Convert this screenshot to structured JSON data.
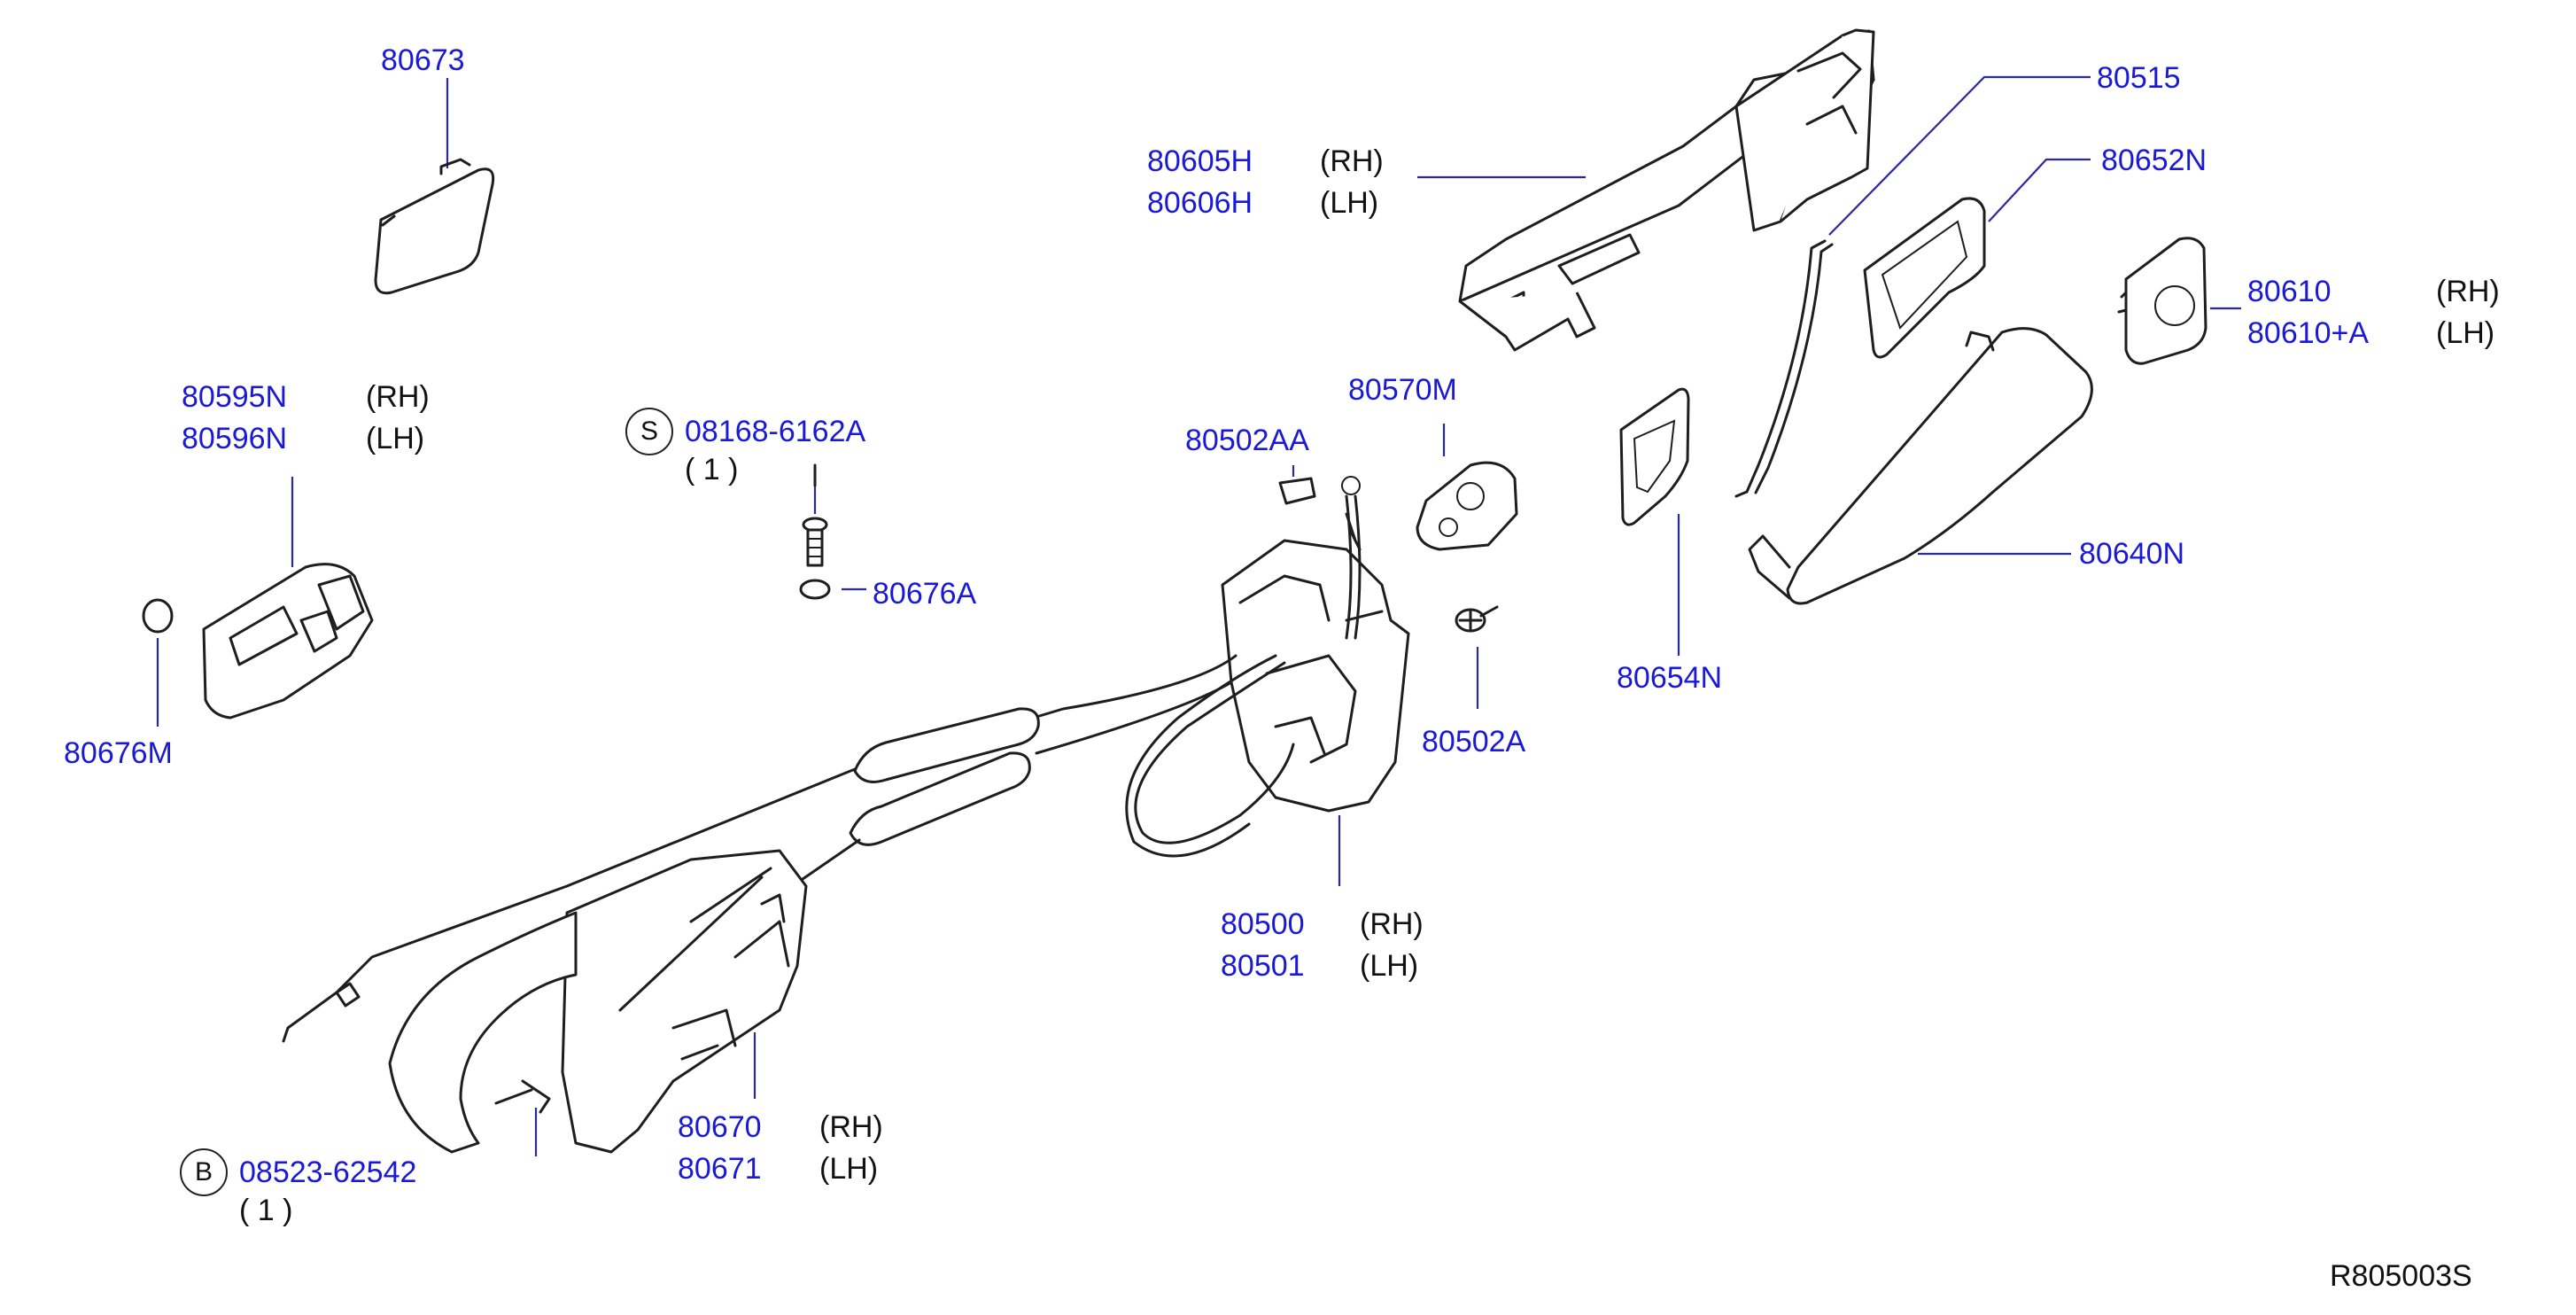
{
  "parts": {
    "p80673": "80673",
    "p80605h": "80605H",
    "p80606h": "80606H",
    "p80515": "80515",
    "p80652n": "80652N",
    "p80610": "80610",
    "p80610a": "80610+A",
    "p80595n": "80595N",
    "p80596n": "80596N",
    "p08168": "08168-6162A",
    "p80570m": "80570M",
    "p80502aa": "80502AA",
    "p80676a": "80676A",
    "p80640n": "80640N",
    "p80676m": "80676M",
    "p80654n": "80654N",
    "p80502a": "80502A",
    "p80500": "80500",
    "p80501": "80501",
    "p80670": "80670",
    "p80671": "80671",
    "p08523": "08523-62542"
  },
  "sides": {
    "rh": "(RH)",
    "lh": "(LH)"
  },
  "qty": "( 1 )",
  "markers": {
    "s": "S",
    "b": "B"
  },
  "diagram_code": "R805003S",
  "colors": {
    "part_number": "#1a1ad6",
    "line_art": "#1e1e1e",
    "leader": "#2a2a9a"
  }
}
